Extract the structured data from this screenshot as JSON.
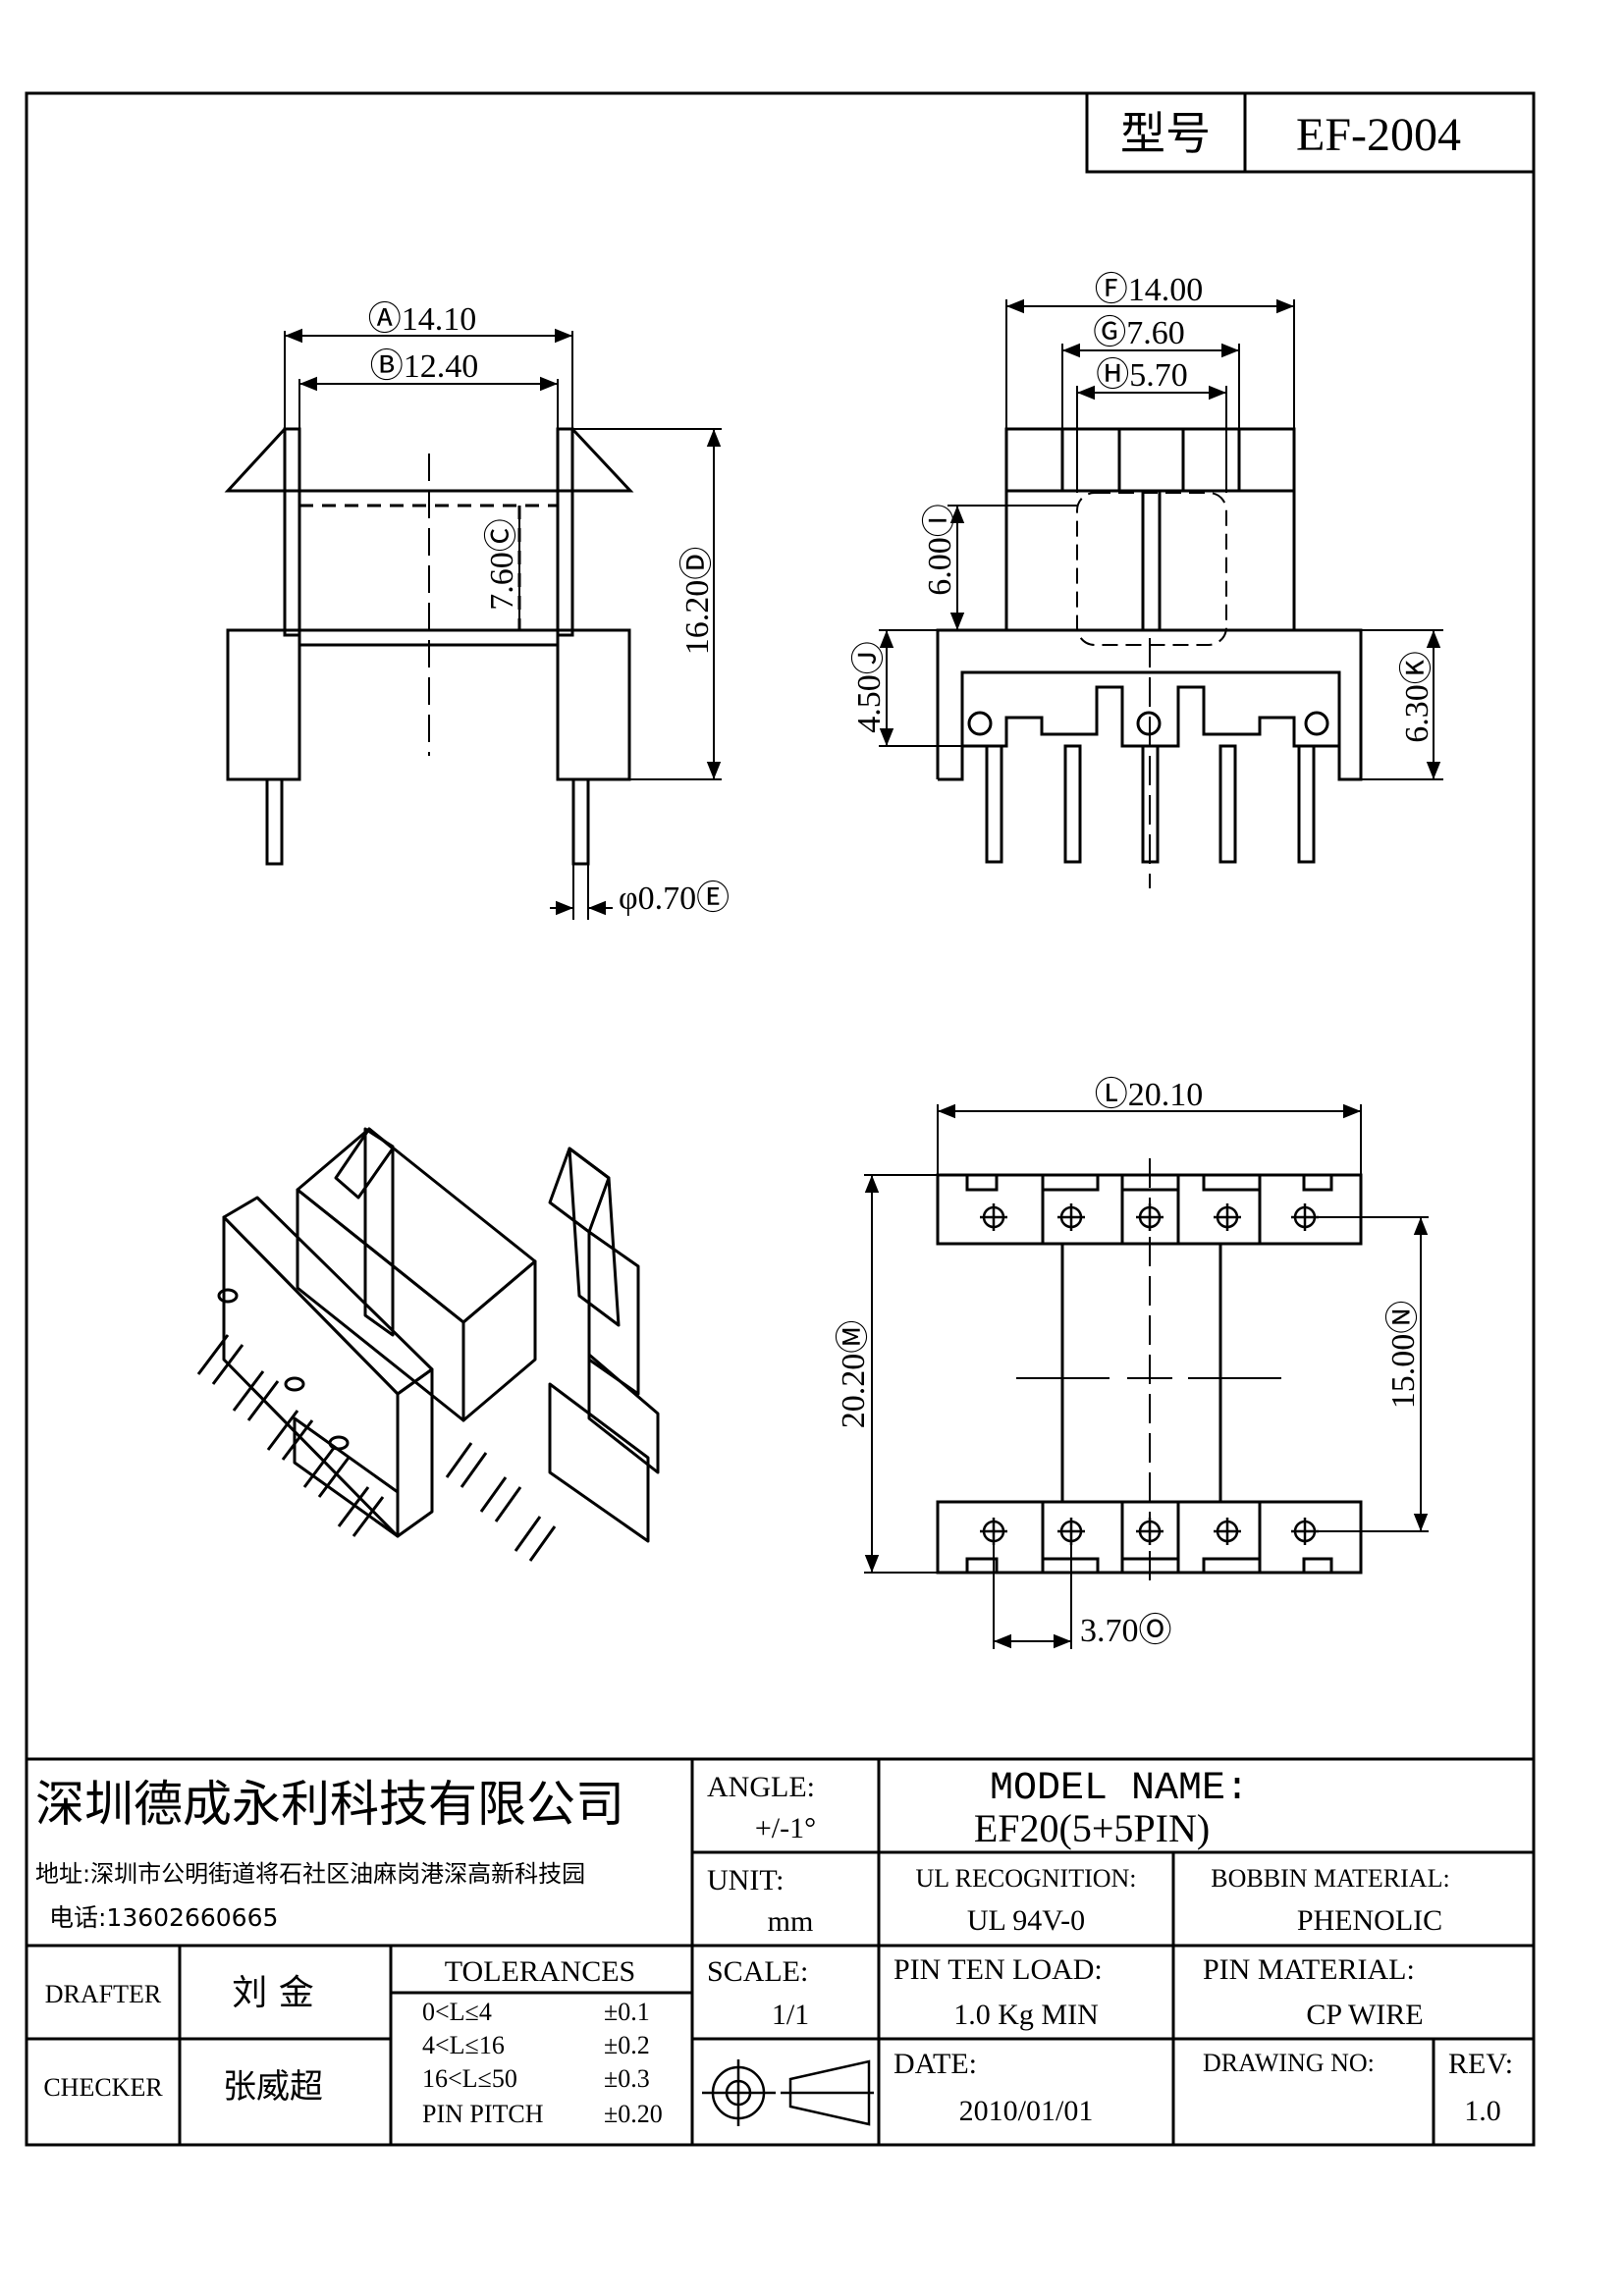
{
  "header": {
    "model_label": "型号",
    "model_value": "EF-2004"
  },
  "front_view": {
    "dim_a": "Ⓐ14.10",
    "dim_b": "Ⓑ12.40",
    "dim_c": "7.60Ⓒ",
    "dim_d": "16.20Ⓓ",
    "dim_e": "φ0.70Ⓔ"
  },
  "side_view": {
    "dim_f": "Ⓕ14.00",
    "dim_g": "Ⓖ7.60",
    "dim_h": "Ⓗ5.70",
    "dim_i": "6.00Ⓘ",
    "dim_j": "4.50Ⓙ",
    "dim_k": "6.30Ⓚ"
  },
  "bottom_view": {
    "dim_l": "Ⓛ20.10",
    "dim_m": "20.20Ⓜ",
    "dim_n": "15.00Ⓝ",
    "dim_o": "3.70Ⓞ"
  },
  "title_block": {
    "company": "深圳德成永利科技有限公司",
    "address": "地址:深圳市公明街道将石社区油麻岗港深高新科技园",
    "phone": "电话:13602660665",
    "angle_label": "ANGLE:",
    "angle_value": "+/-1°",
    "model_name_label": "MODEL NAME:",
    "model_name_value": "EF20(5+5PIN)",
    "unit_label": "UNIT:",
    "unit_value": "mm",
    "ul_label": "UL RECOGNITION:",
    "ul_value": "UL 94V-0",
    "bobbin_label": "BOBBIN MATERIAL:",
    "bobbin_value": "PHENOLIC",
    "drafter_label": "DRAFTER",
    "drafter_value": "刘 金",
    "checker_label": "CHECKER",
    "checker_value": "张威超",
    "tolerances_label": "TOLERANCES",
    "tolerances": [
      {
        "range": "0<L≤4",
        "value": "±0.1"
      },
      {
        "range": "4<L≤16",
        "value": "±0.2"
      },
      {
        "range": "16<L≤50",
        "value": "±0.3"
      },
      {
        "range": "PIN PITCH",
        "value": "±0.20"
      }
    ],
    "scale_label": "SCALE:",
    "scale_value": "1/1",
    "pin_load_label": "PIN TEN LOAD:",
    "pin_load_value": "1.0 Kg MIN",
    "pin_material_label": "PIN MATERIAL:",
    "pin_material_value": "CP WIRE",
    "date_label": "DATE:",
    "date_value": "2010/01/01",
    "drawing_no_label": "DRAWING NO:",
    "drawing_no_value": "",
    "rev_label": "REV:",
    "rev_value": "1.0"
  }
}
